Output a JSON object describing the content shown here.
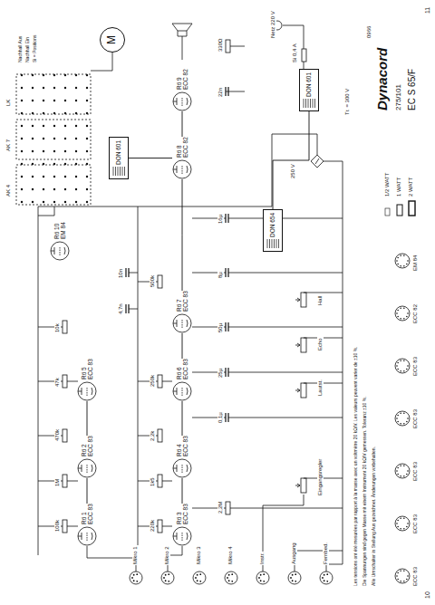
{
  "diagram": {
    "title": "Dynacord",
    "nodes": [
      {
        "text": [
          "Rö 1",
          "ECC 83"
        ]
      },
      {
        "text": [
          "Rö 2",
          "ECC 83"
        ]
      },
      {
        "text": [
          "Rö 3",
          "ECC 83"
        ]
      },
      {
        "text": [
          "Rö 4",
          "ECC 83"
        ]
      },
      {
        "text": [
          "Rö 5",
          "ECC 83"
        ]
      },
      {
        "text": [
          "Rö 6",
          "ECC 83"
        ]
      },
      {
        "text": [
          "Rö 7",
          "ECC 83"
        ]
      },
      {
        "text": [
          "Rö 8",
          "ECC 82"
        ]
      },
      {
        "text": [
          "Rö 9",
          "ECC 82"
        ]
      },
      {
        "text": [
          "Rö 10",
          "EM 84"
        ]
      },
      {
        "text": [
          "M"
        ]
      },
      {
        "text": [
          "DON 601"
        ]
      },
      {
        "text": [
          "DON 601"
        ]
      },
      {
        "text": [
          "DON 654"
        ]
      }
    ],
    "edges": [
      {
        "from": 0,
        "to": 1,
        "arrow": "none"
      },
      {
        "from": 1,
        "to": 4,
        "arrow": "none"
      },
      {
        "from": 2,
        "to": 3,
        "arrow": "none"
      },
      {
        "from": 3,
        "to": 5,
        "arrow": "none"
      },
      {
        "from": 5,
        "to": 6,
        "arrow": "none"
      },
      {
        "from": 6,
        "to": 7,
        "arrow": "none"
      },
      {
        "from": 7,
        "to": 8,
        "arrow": "none"
      },
      {
        "from": 7,
        "to": 11,
        "arrow": "none"
      },
      {
        "from": 12,
        "to": 13,
        "arrow": "none"
      }
    ],
    "labels": [
      "275/101",
      "EC S 65/F",
      "10",
      "11",
      "0966",
      "Mikro 1",
      "Mikro 2",
      "Mikro 3",
      "Mikro 4",
      "Instr.",
      "Ausgang",
      "Fernbed.",
      "Si 0,4 A",
      "Netz 220 V",
      "Tr. = 300 V",
      "250 V",
      "AK 4",
      "AK 7",
      "LK",
      "Nachhall Aus",
      "Nachhall Ein",
      "Si = Positions",
      "Lautst.",
      "Echo",
      "Hall",
      "Eingangsregler",
      "100k",
      "1M",
      "470k",
      "220k",
      "1k5",
      "2,2k",
      "47k",
      "10k",
      "250k",
      "500k",
      "0,1µ",
      "25µ",
      "50µ",
      "8µ",
      "16µ",
      "4,7n",
      "10n",
      "22n",
      "330Ω",
      "2,2M",
      "Les tensions ont été mesurées par rapport à la masse avec un voltmètre 20 kΩ/V. Les valeurs peuvent varier de ±10 %.",
      "Die Spannungen sind gegen Masse mit einem Instrument 20 kΩ/V gemessen. Toleranz ±10 %.",
      "Alle Umschalter in Stellung Aus gezeichnet. Änderungen vorbehalten.",
      "ECC 83",
      "ECC 83",
      "ECC 83",
      "ECC 83",
      "ECC 83",
      "ECC 82",
      "EM 84"
    ],
    "legend": [
      {
        "text": "1/2 WATT"
      },
      {
        "text": "1 WATT"
      },
      {
        "text": "2 WATT"
      }
    ]
  }
}
